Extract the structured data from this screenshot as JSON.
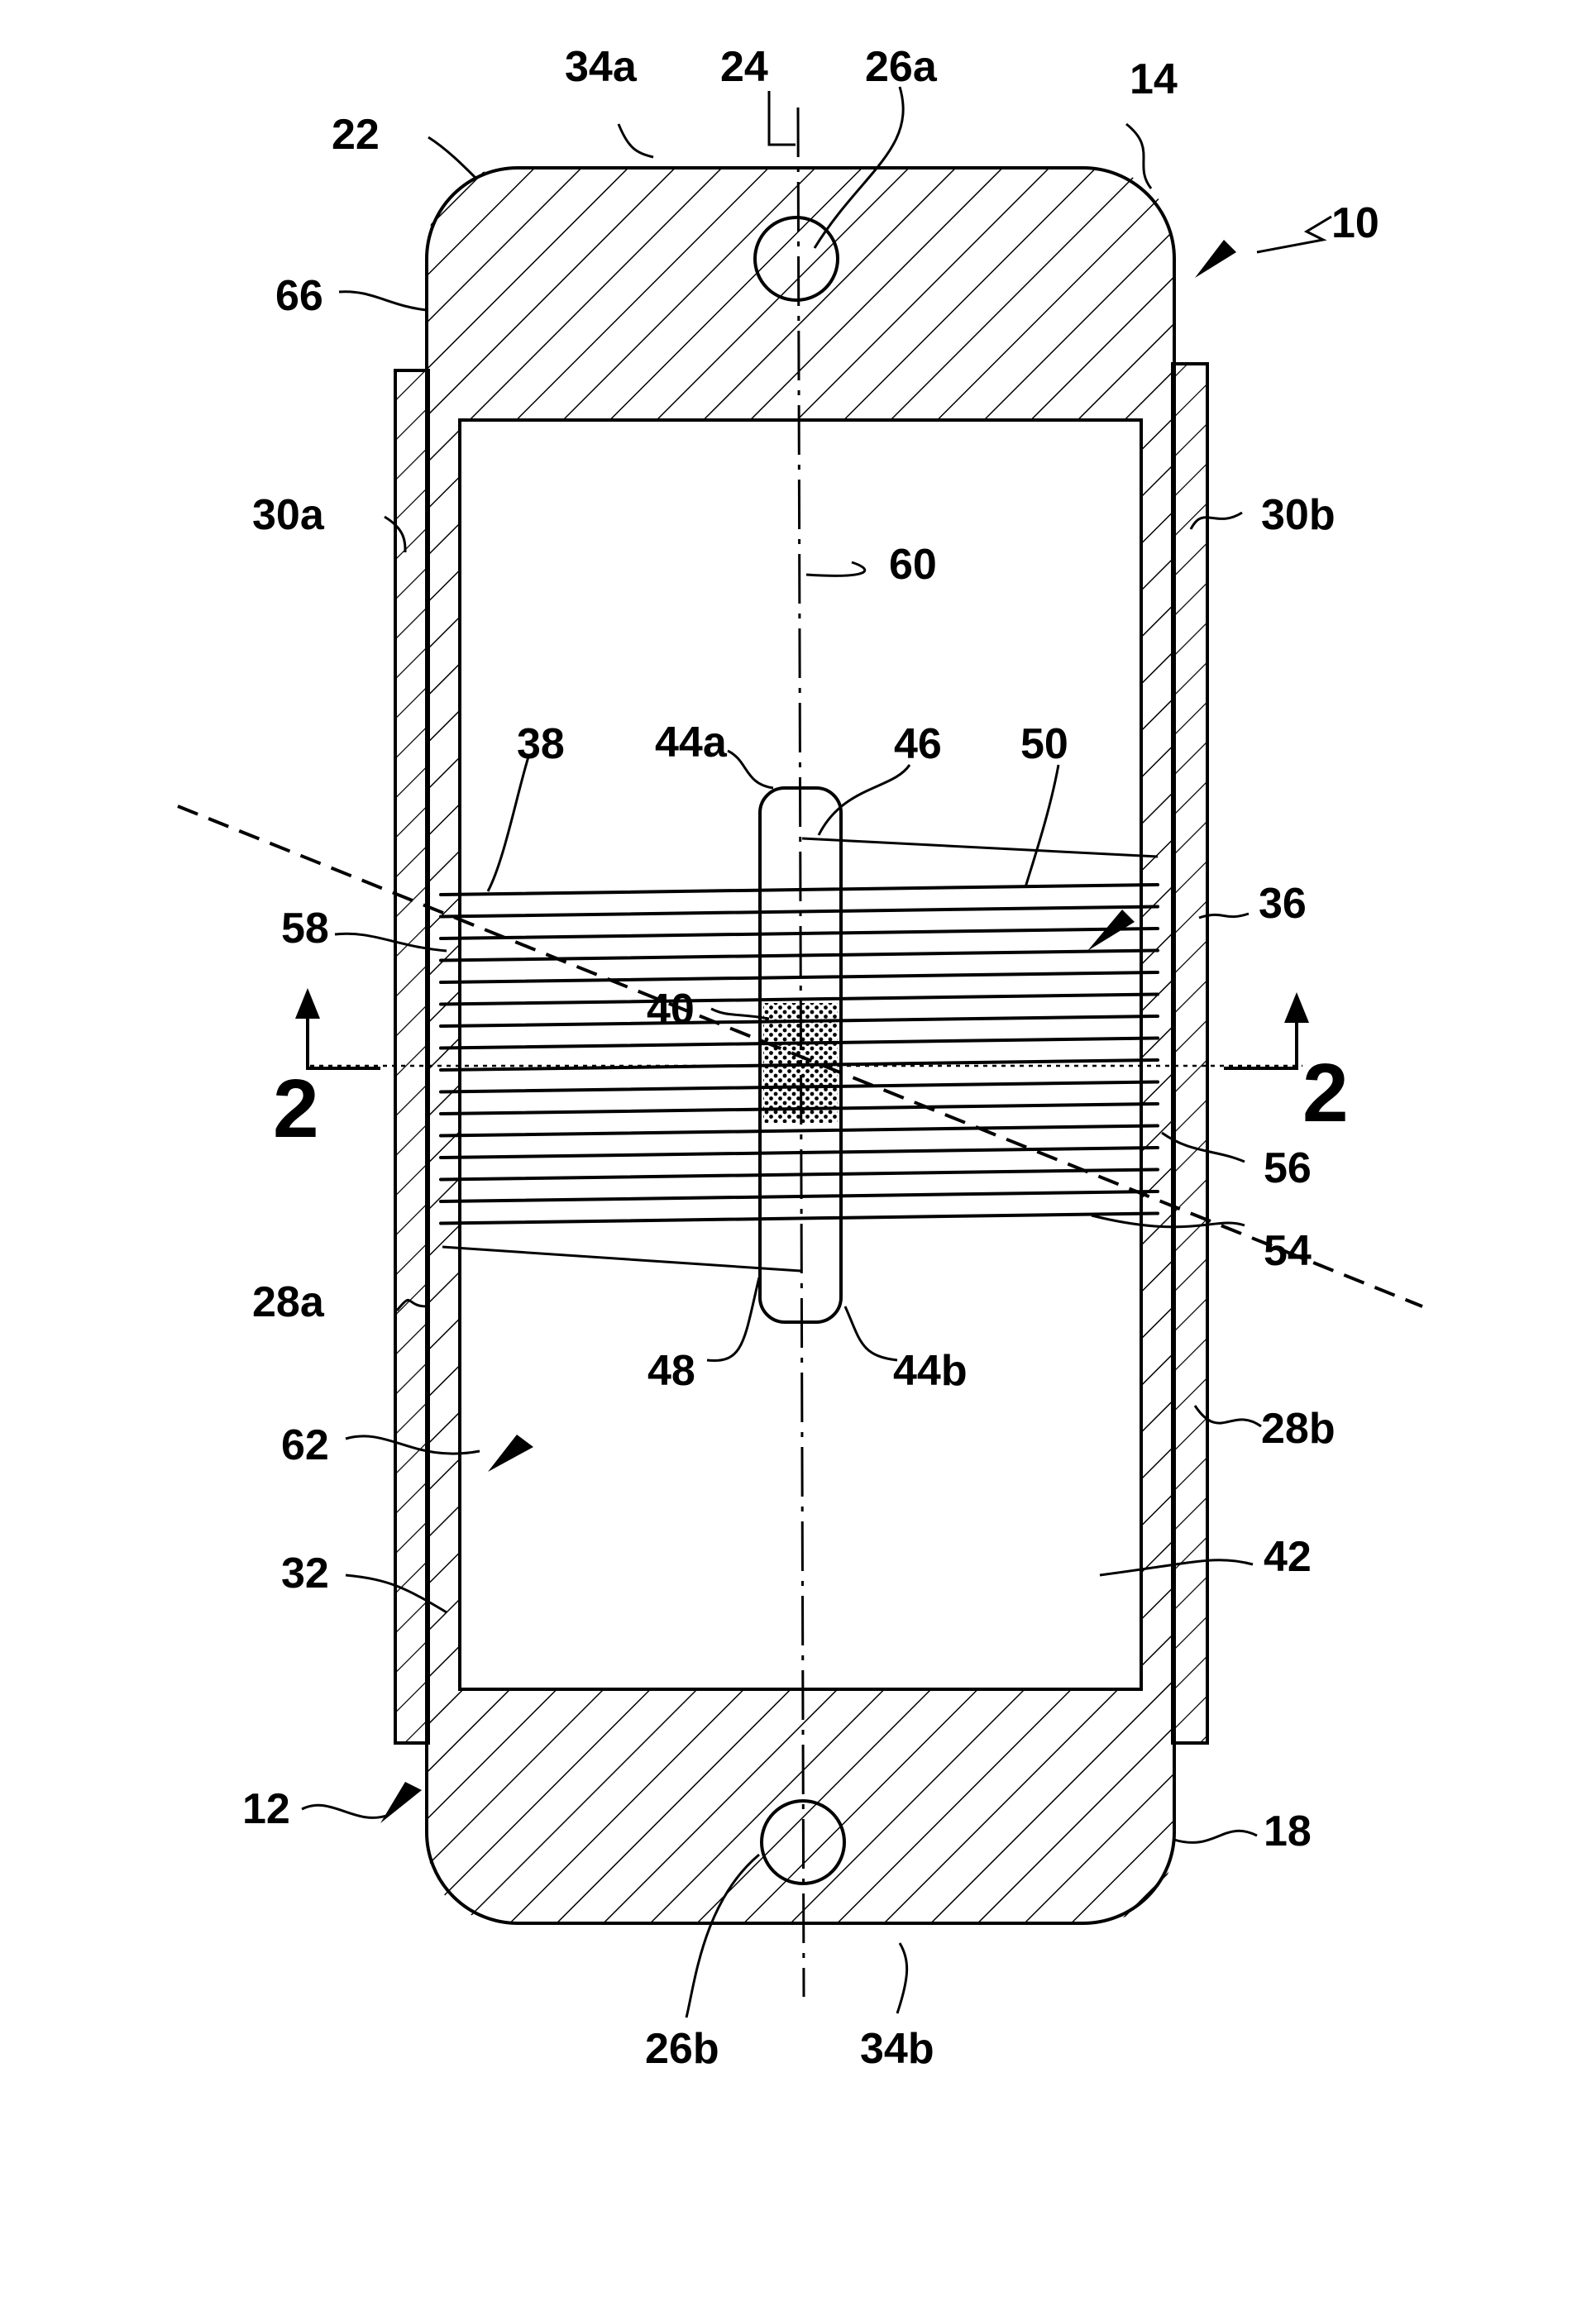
{
  "figure": {
    "reference_labels": [
      "34a",
      "24",
      "26a",
      "14",
      "22",
      "10",
      "66",
      "30a",
      "30b",
      "60",
      "38",
      "44a",
      "46",
      "50",
      "58",
      "36",
      "40",
      "56",
      "54",
      "28a",
      "48",
      "44b",
      "28b",
      "62",
      "42",
      "32",
      "12",
      "18",
      "26b",
      "34b"
    ],
    "section_marks": [
      "2",
      "2"
    ],
    "winding_turns": 16
  }
}
